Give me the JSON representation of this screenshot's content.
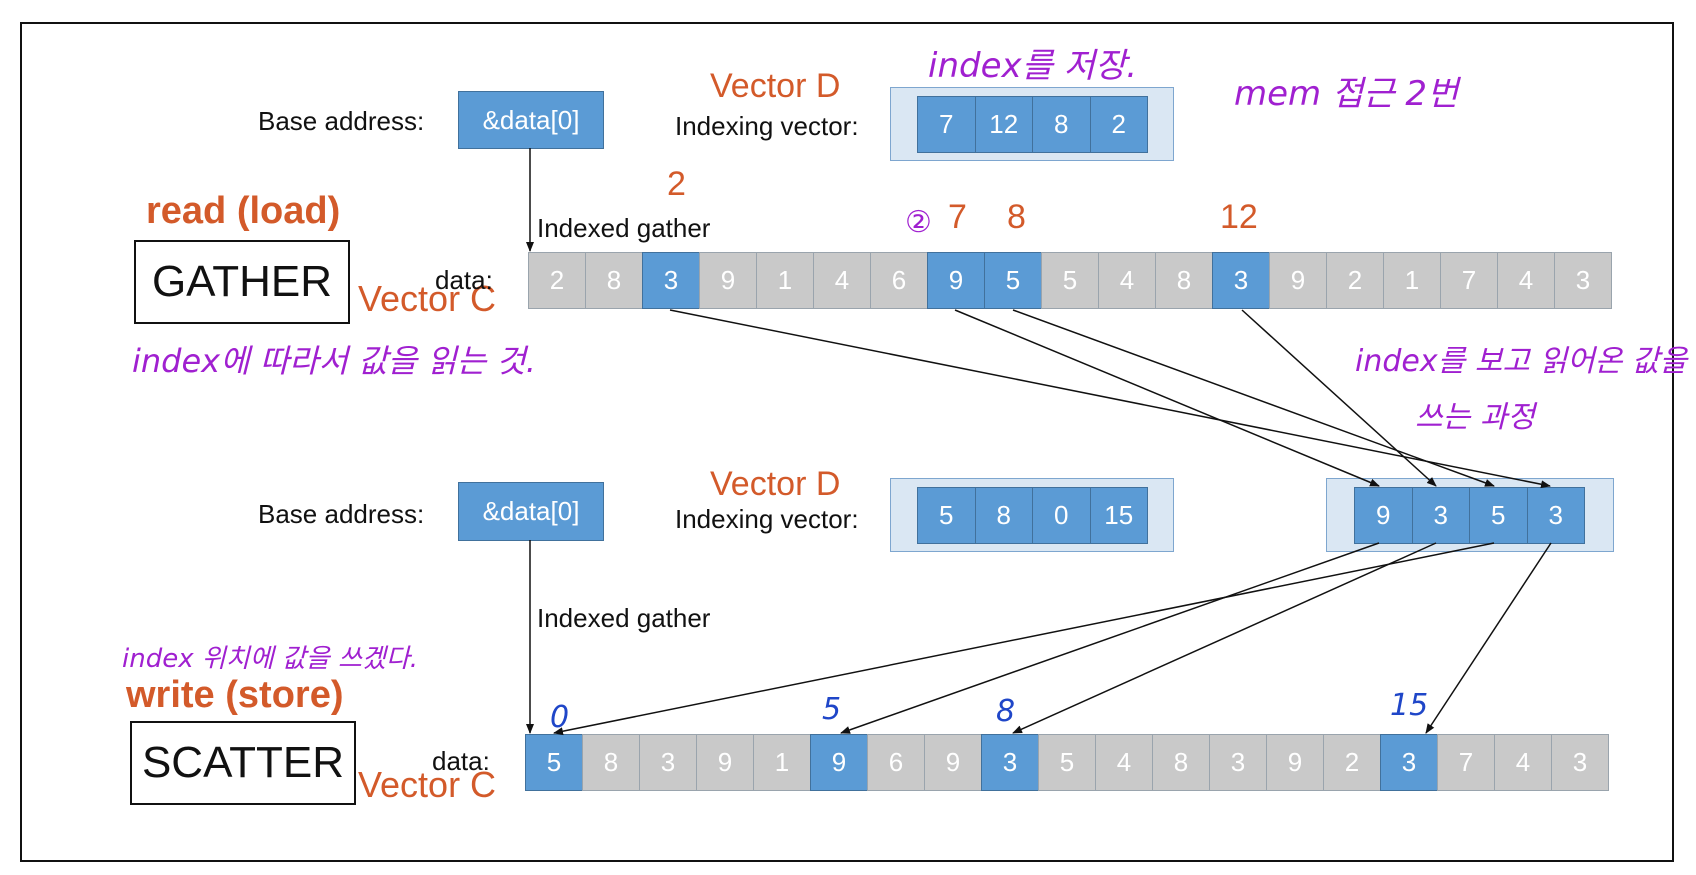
{
  "gather": {
    "base_label": "Base address:",
    "base_value": "&data[0]",
    "vector_d_label": "Vector D",
    "indexing_label": "Indexing vector:",
    "indexing_values": [
      "7",
      "12",
      "8",
      "2"
    ],
    "note_top": "index를 저장.",
    "note_mem": "mem 접근 2번",
    "indexed_gather_label": "Indexed gather",
    "index_marks": [
      "2",
      "7",
      "8",
      "12"
    ],
    "circled_mark": "②",
    "op_title": "read (load)",
    "op_name": "GATHER",
    "vector_c_label": "Vector C",
    "data_label": "data:",
    "data_values": [
      "2",
      "8",
      "3",
      "9",
      "1",
      "4",
      "6",
      "9",
      "5",
      "5",
      "4",
      "8",
      "3",
      "9",
      "2",
      "1",
      "7",
      "4",
      "3"
    ],
    "highlighted": [
      2,
      7,
      8,
      12
    ],
    "note_left": "index에 따라서 값을 읽는 것.",
    "note_right_line1": "index를 보고 읽어온 값을",
    "note_right_line2": "쓰는 과정",
    "result_values": [
      "9",
      "3",
      "5",
      "3"
    ]
  },
  "scatter": {
    "base_label": "Base address:",
    "base_value": "&data[0]",
    "vector_d_label": "Vector D",
    "indexing_label": "Indexing vector:",
    "indexing_values": [
      "5",
      "8",
      "0",
      "15"
    ],
    "indexed_gather_label": "Indexed gather",
    "note_left": "index 위치에 값을 쓰겠다.",
    "op_title": "write (store)",
    "op_name": "SCATTER",
    "vector_c_label": "Vector C",
    "data_label": "data:",
    "index_marks": [
      "0",
      "5",
      "8",
      "15"
    ],
    "data_values": [
      "5",
      "8",
      "3",
      "9",
      "1",
      "9",
      "6",
      "9",
      "3",
      "5",
      "4",
      "8",
      "3",
      "9",
      "2",
      "3",
      "7",
      "4",
      "3"
    ],
    "highlighted": [
      0,
      5,
      8,
      15
    ]
  },
  "colors": {
    "highlight": "#5b9bd5",
    "gray": "#c9c9c9",
    "orange": "#d35a2a",
    "handwriting": "#a020d0",
    "handwriting_blue": "#1f46c8"
  }
}
